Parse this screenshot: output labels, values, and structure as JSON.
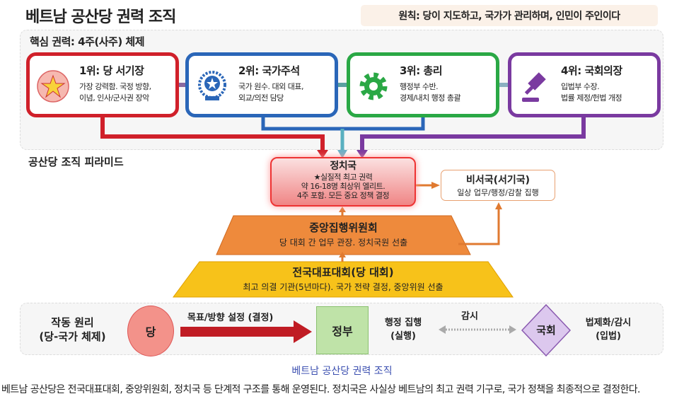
{
  "title": "베트남 공산당 권력 조직",
  "principle": "원칙: 당이 지도하고, 국가가 관리하며, 인민이 주인이다",
  "core": {
    "label": "핵심 권력: 4주(사주) 체제",
    "cards": [
      {
        "title": "1위: 당 서기장",
        "desc1": "가장 강력함. 국정 방향,",
        "desc2": "이념, 인사/군사권 장악",
        "color": "#d0202a",
        "icon": "star-emblem-icon"
      },
      {
        "title": "2위: 국가주석",
        "desc1": "국가 원수. 대외 대표,",
        "desc2": "외교/의전 담당",
        "color": "#2a66b8",
        "icon": "national-emblem-icon"
      },
      {
        "title": "3위: 총리",
        "desc1": "행정부 수반.",
        "desc2": "경제/내치 행정 총괄",
        "color": "#2aa845",
        "icon": "gear-icon"
      },
      {
        "title": "4위: 국회의장",
        "desc1": "입법부 수장.",
        "desc2": "법률 제정/헌법 개정",
        "color": "#7a3aa0",
        "icon": "gavel-icon"
      }
    ]
  },
  "pyramid": {
    "label": "공산당 조직 피라미드",
    "politburo": {
      "title": "정치국",
      "l1": "★실질적 최고 권력",
      "l2": "약 16-18명 최상위 엘리트.",
      "l3": "4주 포함. 모든 중요 정책 결정"
    },
    "secretariat": {
      "title": "비서국(서기국)",
      "desc": "일상 업무/행정/감찰 집행"
    },
    "central": {
      "title": "중앙집행위원회",
      "desc": "당 대회 간 업무 관장. 정치국원 선출"
    },
    "congress": {
      "title": "전국대표대회(당 대회)",
      "desc": "최고 의결 기관(5년마다). 국가 전략 결정, 중앙위원 선출"
    }
  },
  "work": {
    "label1": "작동 원리",
    "label2": "(당-국가 체제)",
    "party": "당",
    "arrow_label": "목표/방향 설정 (결정)",
    "gov": "정부",
    "gov_desc1": "행정 집행",
    "gov_desc2": "(실행)",
    "monitor": "감시",
    "assembly": "국회",
    "assembly_desc1": "법제화/감시",
    "assembly_desc2": "(입법)"
  },
  "caption": "베트남 공산당 권력 조직",
  "paragraph": "베트남 공산당은 전국대표대회, 중앙위원회, 정치국 등 단계적 구조를 통해 운영된다. 정치국은 사실상 베트남의 최고 권력 기구로, 국가 정책을 최종적으로 결정한다."
}
